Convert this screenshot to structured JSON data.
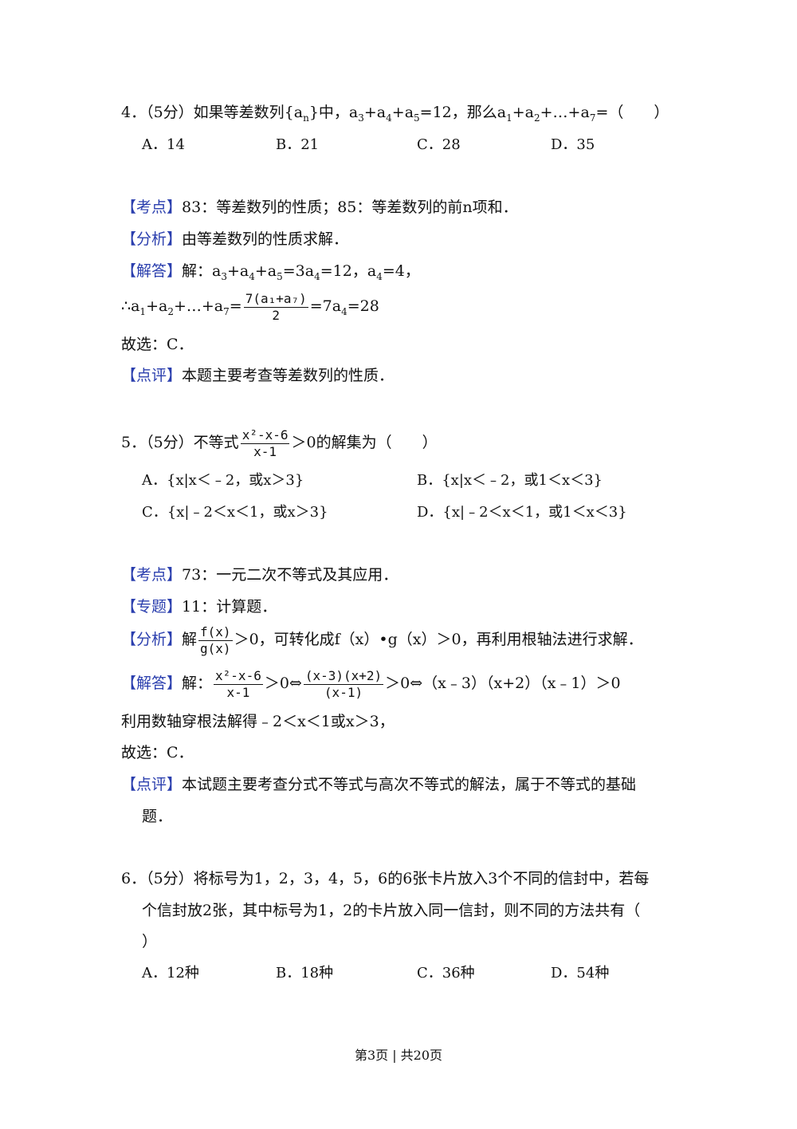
{
  "q4": {
    "prefix": "4．（5分）如果等差数列{a",
    "sub_n": "n",
    "mid": "}中，a",
    "cond": "+a",
    "eq": "=12，那么a",
    "sum": "+…+a",
    "tail": "=（　　）",
    "s3": "3",
    "s4": "4",
    "s5": "5",
    "s1": "1",
    "s2": "2",
    "s7": "7",
    "options": [
      "A．14",
      "B．21",
      "C．28",
      "D．35"
    ]
  },
  "q4_sol": {
    "kaodian_tag": "【考点】",
    "kaodian": "83：等差数列的性质；85：等差数列的前n项和．",
    "fenxi_tag": "【分析】",
    "fenxi": "由等差数列的性质求解．",
    "jieda_tag": "【解答】",
    "jieda_a": "解：a",
    "jieda_b": "+a",
    "jieda_c": "=3a",
    "jieda_d": "=12，a",
    "jieda_e": "=4，",
    "line2_a": "∴a",
    "line2_b": "+a",
    "line2_c": "+…+a",
    "line2_d": "=",
    "frac_num": "7(a₁+a₇)",
    "frac_den": "2",
    "line2_e": "=7a",
    "line2_f": "=28",
    "answer": "故选：C．",
    "dianping_tag": "【点评】",
    "dianping": "本题主要考查等差数列的性质．"
  },
  "q5": {
    "prefix": "5．（5分）不等式",
    "frac_num": "x²-x-6",
    "frac_den": "x-1",
    "tail": "＞0的解集为（　　）",
    "options": [
      "A．{x|x＜﹣2，或x＞3}",
      "B．{x|x＜﹣2，或1＜x＜3}",
      "C．{x|﹣2＜x＜1，或x＞3}",
      "D．{x|﹣2＜x＜1，或1＜x＜3}"
    ]
  },
  "q5_sol": {
    "kaodian_tag": "【考点】",
    "kaodian": "73：一元二次不等式及其应用．",
    "zhuanti_tag": "【专题】",
    "zhuanti": "11：计算题．",
    "fenxi_tag": "【分析】",
    "fenxi_a": "解",
    "fenxi_num": "f(x)",
    "fenxi_den": "g(x)",
    "fenxi_b": "＞0，可转化成f（x）•g（x）＞0，再利用根轴法进行求解．",
    "jieda_tag": "【解答】",
    "jieda_a": "解：",
    "jieda_num1": "x²-x-6",
    "jieda_den1": "x-1",
    "jieda_b": "＞0⇔",
    "jieda_num2": "(x-3)(x+2)",
    "jieda_den2": "(x-1)",
    "jieda_c": "＞0⇔（x﹣3）（x+2）（x﹣1）＞0",
    "line2": "利用数轴穿根法解得﹣2＜x＜1或x＞3，",
    "answer": "故选：C．",
    "dianping_tag": "【点评】",
    "dianping_1": "本试题主要考查分式不等式与高次不等式的解法，属于不等式的基础",
    "dianping_2": "题．"
  },
  "q6": {
    "line1": "6．（5分）将标号为1，2，3，4，5，6的6张卡片放入3个不同的信封中，若每",
    "line2": "个信封放2张，其中标号为1，2的卡片放入同一信封，则不同的方法共有（",
    "line3": "）",
    "options": [
      "A．12种",
      "B．18种",
      "C．36种",
      "D．54种"
    ]
  },
  "footer": {
    "text": "第3页 | 共20页"
  }
}
